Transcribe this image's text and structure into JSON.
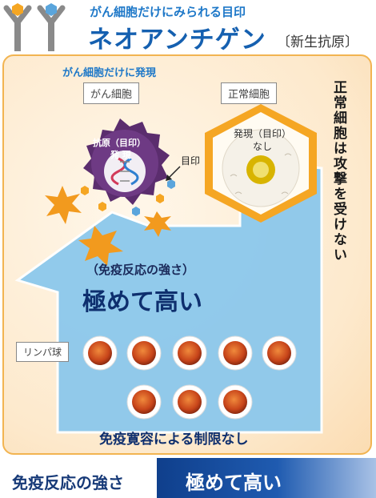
{
  "header": {
    "subtitle": "がん細胞だけにみられる目印",
    "title": "ネオアンチゲン",
    "paren": "〔新生抗原〕"
  },
  "panel": {
    "caption": "がん細胞だけに発現",
    "cancer_label": "がん細胞",
    "normal_label": "正常細胞",
    "antigen_line1": "抗原（目印）",
    "antigen_line2": "発 現",
    "marker_label": "目印",
    "normal_expr_line1": "発現（目印）",
    "normal_expr_line2": "なし",
    "not_attacked": "正常細胞は攻撃を受けない",
    "arrow_sub": "（免疫反応の強さ）",
    "arrow_main": "極めて高い",
    "lymph_label": "リンパ球",
    "bottom_note": "免疫寛容による制限なし"
  },
  "footer": {
    "label": "免疫反応の強さ",
    "value": "極めて高い"
  },
  "colors": {
    "title_blue": "#1560b0",
    "cancer_purple": "#5b2d6e",
    "arrow_blue": "#8cc8ec",
    "hex_orange": "#f5a623",
    "lymph_orange": "#d9531e"
  },
  "icons": [
    "antibody-icon",
    "antibody-icon",
    "dna-icon",
    "starburst-icon",
    "lymphocyte-icon"
  ]
}
